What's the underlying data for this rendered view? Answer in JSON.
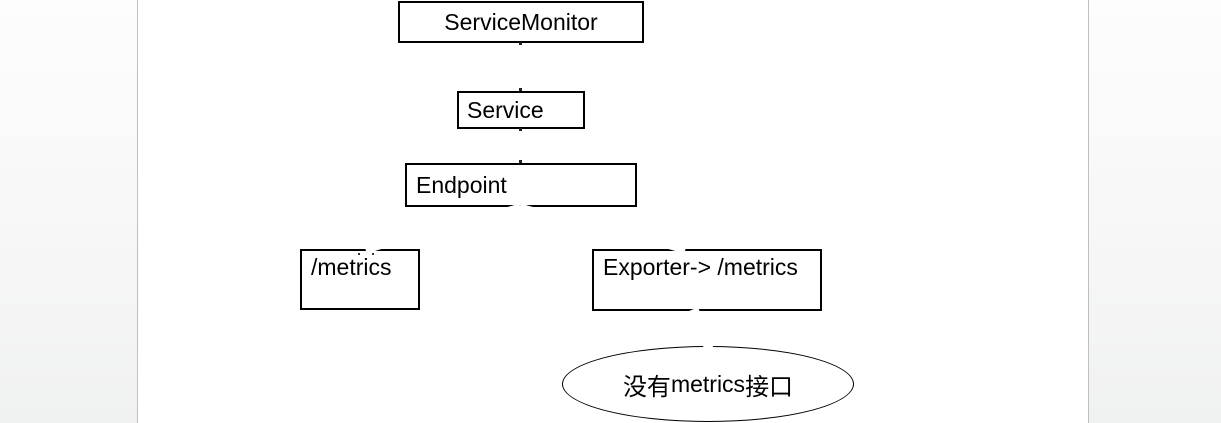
{
  "page": {
    "canvas_fill": "#ffffff",
    "gutter_gradient_top": "#fdfdfd",
    "gutter_gradient_bottom": "#f0f1f1",
    "gutter_border_color": "#bfbfbf",
    "node_border_color": "#000000",
    "node_fill": "#ffffff",
    "text_color": "#000000"
  },
  "diagram": {
    "nodes": [
      {
        "id": "servicemonitor",
        "shape": "rect",
        "label": "ServiceMonitor"
      },
      {
        "id": "service",
        "shape": "rect",
        "label": "Service"
      },
      {
        "id": "endpoint",
        "shape": "rect",
        "label": "Endpoint"
      },
      {
        "id": "metrics-path",
        "shape": "rect",
        "label": "/metrics"
      },
      {
        "id": "exporter",
        "shape": "rect",
        "label": "Exporter-> /metrics"
      },
      {
        "id": "no-metrics-interface",
        "shape": "ellipse",
        "label": "没有metrics接口",
        "label_parts": {
          "prefix": "没有",
          "latin": "metrics",
          "suffix": "接口"
        }
      }
    ],
    "edges": [
      {
        "from": "servicemonitor",
        "to": "service"
      },
      {
        "from": "service",
        "to": "endpoint"
      },
      {
        "from": "endpoint",
        "to": "metrics-path"
      },
      {
        "from": "endpoint",
        "to": "exporter"
      },
      {
        "from": "exporter",
        "to": "no-metrics-interface"
      }
    ]
  }
}
